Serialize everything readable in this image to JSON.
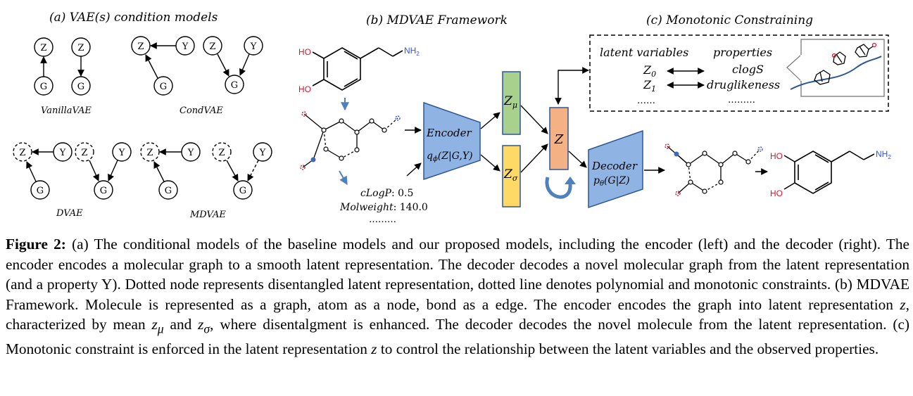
{
  "panel_a": {
    "title": "(a) VAE(s) condition models",
    "node_z": "Z",
    "node_g": "G",
    "node_y": "Y",
    "label_vanilla": "VanillaVAE",
    "label_cond": "CondVAE",
    "label_dvae": "DVAE",
    "label_mdvae": "MDVAE"
  },
  "panel_b": {
    "title": "(b) MDVAE Framework",
    "ho": "HO",
    "nh": "NH",
    "nh_sub": "2",
    "encoder": "Encoder",
    "encoder_q": "q",
    "encoder_q_sub": "ϕ",
    "encoder_args": "(Z|G,Y)",
    "z_mu": "Z",
    "z_mu_sub": "μ",
    "z_sigma": "Z",
    "z_sigma_sub": "σ",
    "z": "Z",
    "decoder": "Decoder",
    "decoder_p": "p",
    "decoder_p_sub": "θ",
    "decoder_args": "(G|Z)",
    "prop_clogp_name": "cLogP",
    "prop_clogp_value": ": 0.5",
    "prop_mw_name": "Molweight",
    "prop_mw_value": ": 140.0",
    "prop_more": "………"
  },
  "panel_c": {
    "title": "(c) Monotonic Constraining",
    "head_latent": "latent variables",
    "head_props": "properties",
    "z0": "Z",
    "z0_sub": "0",
    "z1": "Z",
    "z1_sub": "1",
    "prop_clogs": "clogS",
    "prop_drug": "druglikeness",
    "more_left": "……",
    "more_right": "………"
  },
  "caption": {
    "label": "Figure 2:",
    "p1": " (a) The conditional models of the baseline models and our proposed models, including the encoder (left) and the decoder (right). The encoder encodes a molecular graph to a smooth latent representation. The decoder decodes a novel molecular graph from the latent representation (and a property Y). Dotted node represents disentangled latent representation, dotted line denotes polynomial and monotonic constraints. (b) MDVAE Framework. Molecule is represented as a graph, atom as a node, bond as a edge. The encoder encodes the graph into latent representation ",
    "var_z": "z",
    "p2": ", characterized by mean ",
    "z_mu_base": "z",
    "z_mu_sub": "μ",
    "p3": " and ",
    "z_sigma_base": "z",
    "z_sigma_sub": "σ",
    "p4": ", where disentalgment is enhanced. The decoder decodes the novel molecule from the latent representation. (c) Monotonic constraint is enforced in the latent representation ",
    "var_z2": "z",
    "p5": " to control the relationship between the latent variables and the observed properties."
  },
  "colors": {
    "encoder_fill": "#8fb4e3",
    "z_mu_fill": "#a9d18e",
    "z_sigma_fill": "#ffd966",
    "z_fill": "#f4b183",
    "curve": "#2f5597",
    "arrow_blue": "#4f81bd",
    "hetero_red": "#e0102a",
    "nitrogen_blue": "#3050f8"
  },
  "icons": [
    "arrow-right-icon",
    "double-arrow-icon",
    "cycle-arrow-icon",
    "molecule-icon"
  ]
}
